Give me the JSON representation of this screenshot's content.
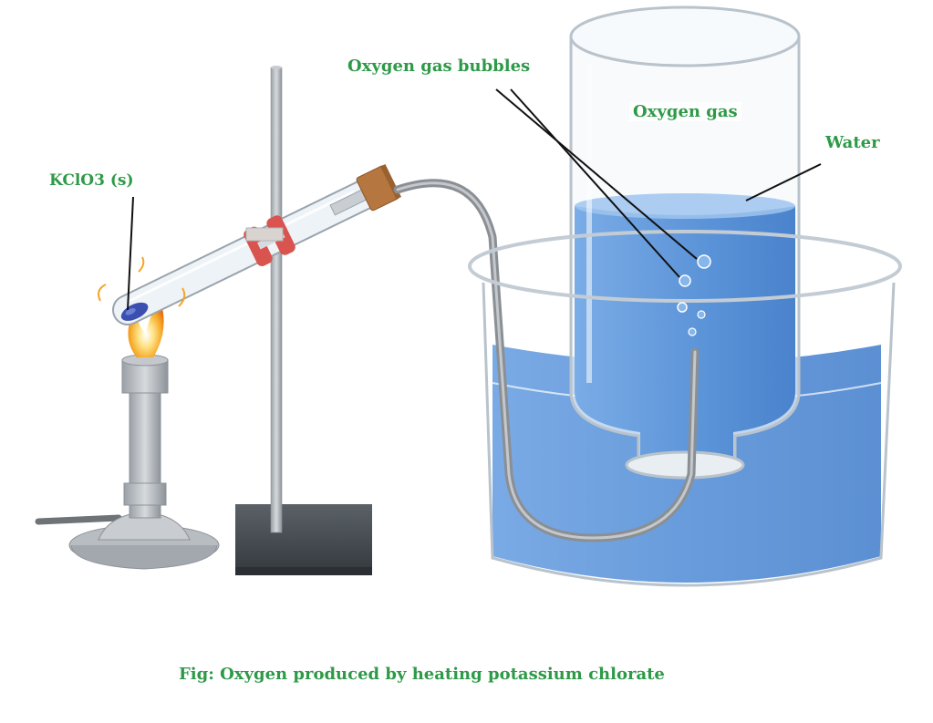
{
  "labels": {
    "reactant": "KClO3 (s)",
    "bubbles": "Oxygen gas bubbles",
    "gas": "Oxygen gas",
    "water": "Water"
  },
  "caption": "Fig:  Oxygen produced by heating potassium chlorate",
  "colors": {
    "label_text": "#2e9a48",
    "water": "#5b93d8",
    "water_light": "#9fc4ee",
    "glass_edge": "#b9c3cc",
    "tubing": "#8a8f94",
    "clamp": "#d9534f",
    "cork": "#b5773f",
    "flame": "#f5a623",
    "stand_base": "#444a50",
    "crystals": "#3a4fb0"
  }
}
